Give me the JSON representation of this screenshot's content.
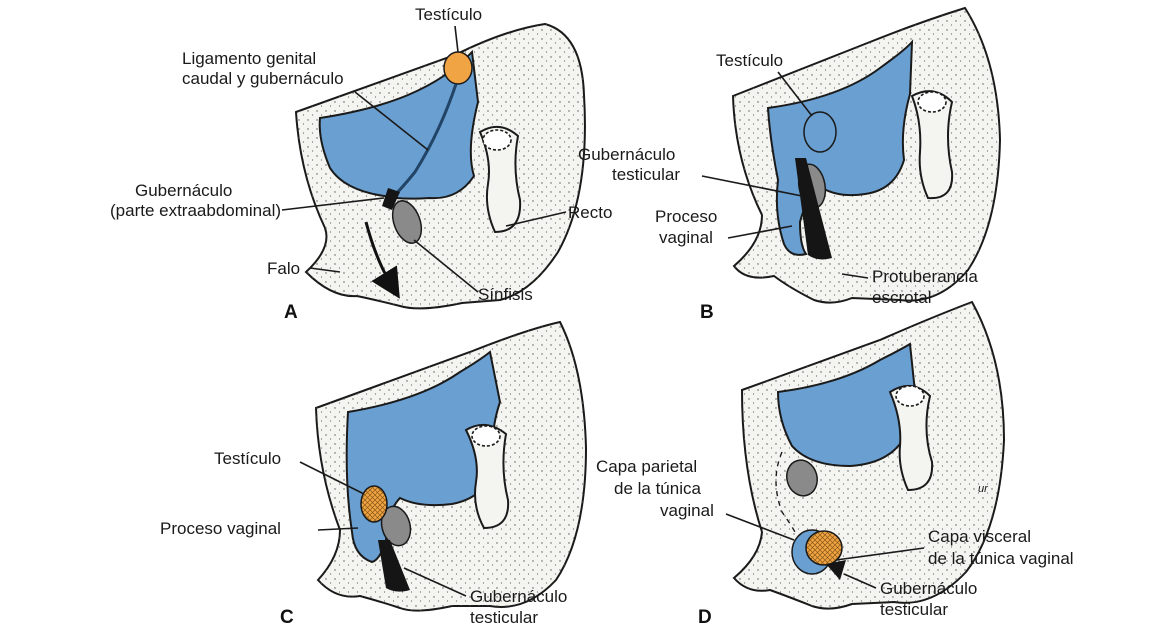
{
  "colors": {
    "peritoneal_cavity": "#6a9fd2",
    "testis": "#f0a444",
    "symphysis": "#8a8a8a",
    "gubernaculum": "#151515",
    "background": "#ffffff",
    "tissue": "#f4f4f1"
  },
  "panels": {
    "a": {
      "letter": "A",
      "labels": {
        "testicle": "Testículo",
        "ligament_1": "Ligamento genital",
        "ligament_2": "caudal y gubernáculo",
        "gubernaculum_1": "Gubernáculo",
        "gubernaculum_2": "(parte extraabdominal)",
        "rectum": "Recto",
        "phallus": "Falo",
        "symphysis": "Sínfisis"
      }
    },
    "b": {
      "letter": "B",
      "labels": {
        "testicle": "Testículo",
        "gubernaculum_1": "Gubernáculo",
        "gubernaculum_2": "testicular",
        "process_1": "Proceso",
        "process_2": "vaginal",
        "scrotal_1": "Protuberancia",
        "scrotal_2": "escrotal"
      }
    },
    "c": {
      "letter": "C",
      "labels": {
        "testicle": "Testículo",
        "process": "Proceso vaginal",
        "gubernaculum_1": "Gubernáculo",
        "gubernaculum_2": "testicular"
      }
    },
    "d": {
      "letter": "D",
      "labels": {
        "parietal_1": "Capa parietal",
        "parietal_2": "de la túnica",
        "parietal_3": "vaginal",
        "visceral_1": "Capa visceral",
        "visceral_2": "de la túnica vaginal",
        "gubernaculum_1": "Gubernáculo",
        "gubernaculum_2": "testicular"
      }
    }
  }
}
